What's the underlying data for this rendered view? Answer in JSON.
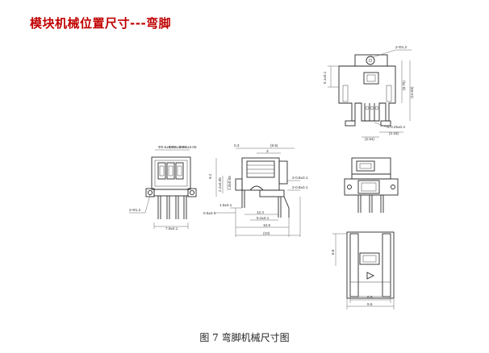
{
  "title": "模块机械位置尺寸---弯脚",
  "caption": "图 7  弯脚机械尺寸图",
  "colors": {
    "title": "#c00000",
    "line": "#2a2a2a",
    "background": "#ffffff"
  },
  "dims": {
    "left": {
      "pin_labels": [
        "Φ0.6±0.05",
        "Φ0.6±0.05",
        "Φ0.6±0.05"
      ],
      "hole": "2-Φ1.2",
      "width": "7.9±0.1"
    },
    "side": {
      "d_0_3": "0.3",
      "d_8_5": "(8.5)",
      "d_3": "3",
      "d_9_2": "9.2",
      "d_2_2": "2.2±0.05",
      "d_1_0": "1.0±0.05",
      "d_2_0": "2-0.8±0.1",
      "d_2_01": "2-0.8±0.1",
      "d_1_9": "1.9±0.1",
      "d_0_8": "0.8±0.1",
      "d_12_4": "12.4",
      "d_5_4": "5.4±0.1",
      "d_10_9": "10.9",
      "d_10": "(10)"
    },
    "top_right": {
      "hole": "2-Φ1.2",
      "d_8_75": "(8.75)",
      "d_10_00": "(10.00)",
      "d_5_1": "5.1±0.1",
      "pins": "6-0.25±0.4",
      "d_2_18": "(2.18)",
      "d_2_54": "(2.54)"
    },
    "bottom_right": {
      "d_6_6": "6.6",
      "d_6_9": "6.9",
      "d_9_6": "9.6"
    }
  }
}
